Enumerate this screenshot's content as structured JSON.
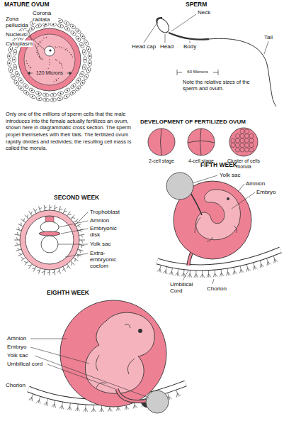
{
  "diagram": {
    "caption": "Only one of the millions of sperm cells that the male introduces into the female actually fertilizes an ovum, shown here in diagrammatic cross section. The sperm propel themselves with their tails. The fertilized ovum rapidly divides and redivides; the resulting cell mass is called the morula.",
    "labels": [
      "MATURE OVUM",
      "Corona radiata",
      "Zona pellucida",
      "Nucleus",
      "Cytoplasm",
      "120 Microns",
      "SPERM",
      "Neck",
      "Head cap",
      "Head",
      "Body",
      "Tail",
      "60 Microns",
      "Note the relative sizes of the sperm and ovum.",
      "DEVELOPMENT OF FERTILIZED OVUM",
      "2-cell stage",
      "4-cell stage",
      "Cluster of cells morula",
      "SECOND WEEK",
      "Trophoblast",
      "Amnion",
      "Embryonic disk",
      "Yolk sac",
      "Extra-embryonic coelom",
      "FIFTH WEEK",
      "Yolk sac",
      "Amnion",
      "Embryo",
      "Umbilical Cord",
      "Chorion",
      "EIGHTH WEEK",
      "Amnion",
      "Embryo",
      "Yolk sac",
      "Umbilical cord",
      "Chorion"
    ]
  }
}
